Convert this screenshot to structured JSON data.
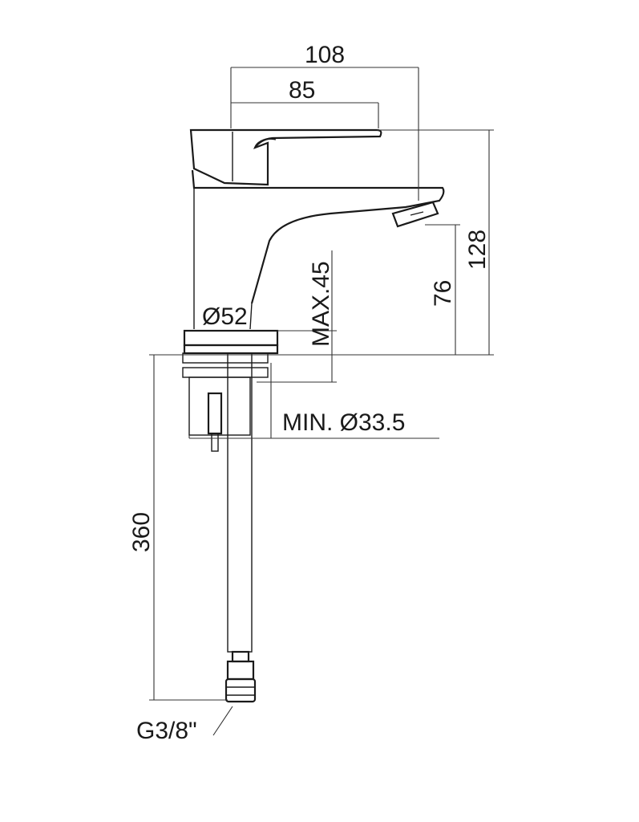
{
  "drawing": {
    "labels": {
      "width_overall": "108",
      "width_lever": "85",
      "height_overall": "128",
      "height_spout": "76",
      "deck_thickness": "MAX.45",
      "base_diameter": "Ø52",
      "hole_diameter": "MIN. Ø33.5",
      "hose_length": "360",
      "thread": "G3/8\""
    },
    "colors": {
      "line": "#1a1a1a",
      "background": "#ffffff"
    }
  }
}
